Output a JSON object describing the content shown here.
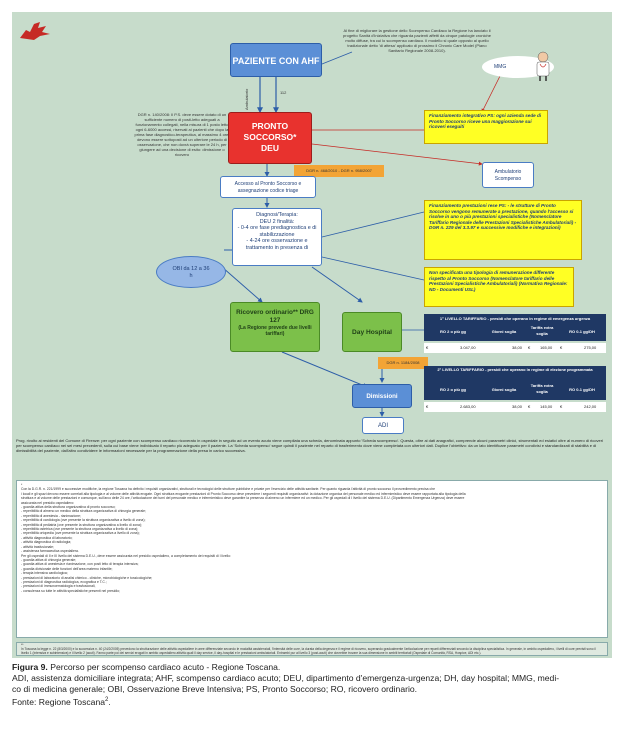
{
  "top_note": "Al fine di migliorare la gestione dello Scompenso Cardiaco la Regione ha lanciato il progetto Sanità d'Iniziativa che riguarda pazienti affetti da cinque patologie croniche molto diffuse, tra cui lo scompenso cardiaco. Il modello si quale opposto al quello tradizionale detto 'di attesa' applicato di prossimo il Chronic Care Model (Piano Sanitario Regionale 2008-2010).",
  "patient": "PAZIENTE CON AHF",
  "ambulance_label_1": "Ambulatorio",
  "ambulance_label_2": "112",
  "mmg": "MMG",
  "dgr_note": "DGR n. 140/2008: Il P.S. deve essere dotato di un sufficiente numero di posti-letto adeguati a funzionamento collegati, nella misura di 1 posto letto ogni 6-6000 accessi, riservati ai pazienti che dopo la prima fase diagnostico-terapeutica, al massimo 4 ore, devono essere sottoposti ad un ulteriore periodo di osservazione, che non dovrà superare le 24 h, per giungere ad una decisione di esito: dimissione o ricovero",
  "ps_title_1": "PRONTO",
  "ps_title_2": "SOCCORSO*",
  "ps_title_3": "DEU",
  "funding_ps": "Finanziamento integrativo PS: ogni azienda sede di Pronto Soccorso riceve una maggiorazione sui ricoveri eseguiti",
  "dgr_orange_1": "DGR n. 468/2010 - DGR n. 958/2007",
  "ambulatorio": "Ambulatorio Scompenso",
  "triage": "Accesso al Pronto Soccorso e assegnazione codice triage",
  "diagnosis_lines": [
    "Diagnosi/Terapia:",
    "DEU 2 finalità:",
    "- 0-4 ore fase prediagnostica e di stabilizzazione",
    "- 4-24 ore osservazione e trattamento in presenza di"
  ],
  "obi": "OBI da 12 a 36 h",
  "funding_services": "Finanziamento prestazioni rese PS: - le strutture di Pronto Soccorso vengono remunerate a prestazione, quando l'accesso si risolve in uno o più prestazioni specialistiche (Nomenclatore Tariffario Regionale delle Prestazioni Specialistiche Ambulatoriali) - DGR n. 229 del 3.3.97 e successive modifiche e integrazioni)",
  "not_specified": "Non specificata una tipologia di remunerazione differente rispetto al Pronto Soccorso (Nomenclatore tariffario delle Prestazioni Specialistiche Ambulatoriali) (Normativa Regionale: ND - Documenti USL)",
  "ricovero_title": "Ricovero ordinario** DRG 127",
  "ricovero_sub": "(La Regione prevede due livelli tariffari)",
  "day_hospital": "Day Hospital",
  "dgr_orange_2": "DGR n. 1184/2008",
  "dimissioni": "Dimissioni",
  "adi": "ADI",
  "table1": {
    "title": "1° LIVELLO TARIFFARIO - presidi che operano in regime di emergenza urgenza",
    "headers": [
      "RO 2 o più gg",
      "Giorni soglia",
      "Tariffa extra soglia",
      "RO 0-1 gg/DH"
    ],
    "row": [
      "€",
      "3.047,00",
      "38,00",
      "€",
      "165,00",
      "€",
      "275,00"
    ]
  },
  "table2": {
    "title": "2° LIVELLO TARIFFARIO - presidi che operano in regime di elezione programmata",
    "headers": [
      "RO 2 o più gg",
      "Giorni soglia",
      "Tariffa extra soglia",
      "RO 0-1 gg/DH"
    ],
    "row": [
      "€",
      "2.683,00",
      "38,00",
      "€",
      "145,00",
      "€",
      "242,00"
    ]
  },
  "prog_note": "Prog. rivolto ai residenti del Comune di Firenze: per ogni paziente con scompenso cardiaco ricoverato in ospedale in seguito ad un evento acuto viene compilata una scheda, denominata appunto 'Scheda scompenso'. Questa, oltre ai dati anagrafici, comprende alcuni parametri clinici, strumentali ed esiatici oltre al numero di ricoveri per scompenso cardiaco nei sei mesi precedenti, sulla cui base viene individuato il reparto più adeguato per il paziente. La 'Scheda scompenso' segue quindi il paziente nel reparto di trasferimento dove viene completata con ulteriori dati. Duplice l'obiettivo: da un lato identificare parametri condivisi e standardizzati di stabilità e di dimissibilità del paziente, dall'altro condividere le informazioni necessarie per la programmazione della presa in carico successiva.",
  "note_star_title": "*",
  "note_star_lines": [
    "Con la D.G.R. n. 221/1999 e successive modifiche, la regione Toscana ha definito i requisiti organizzativi, strutturali e tecnologici delle strutture pubbliche e private per l'esercizio delle attività sanitarie. Per quanto riguarda l'attività di pronto soccorso il provvedimento precisa che",
    "i locali e gli spazi devono essere correlati alla tipologia e al volume delle attività erogate. Ogni struttura erogante prestazioni di Pronto Soccorso deve prevedere i seguenti requisiti organizzativi: la dotazione organica del personale medico ed infermieristico deve essere rapportata alla tipologia della",
    "struttura e al volume delle prestazioni e comunque, sull'arco delle 24 ore, l'articolazione dei turni del personale medico e infermieristico deve garantire la presenza di almeno un infermiere ed un medico. Per gli ospedali di I livello del sistema D.E.U. (Dipartimento Emergenza Urgenza) deve essere",
    "assicurata nel presidio ospedaliero:",
    "- guardia attiva della struttura organizzativa di pronto soccorso;",
    "- reperibilità di almeno un medico della struttura organizzativa di chirurgia generale;",
    "- reperibilità di anestesia - rianimazione;",
    "- reperibilità di cardiologia (ove presente la struttura organizzativa a livello di zona);",
    "- reperibilità di pediatria (ove presente la struttura organizzativa a livello di zona);",
    "- reperibilità ostetrica (ove presente la struttura organizzativa a livello di zona);",
    "- reperibilità ortopedia (ove presente la struttura organizzativa a livello di zona);",
    "- attività diagnostica di laboratorio;",
    "- attività diagnostica di radiologia;",
    "- attività trasfusionale;",
    "- assistenza farmaceutica ospedaliera.",
    "Per gli ospedali di II e III livello del sistema D.E.U., deve essere assicurata nel presidio ospedaliero, a completamento dei requisiti di I livello:",
    "- guardia attiva di chirurgia generale;",
    "- guardia attiva di anestesia e rianimazione, con posti letto di terapia intensiva;",
    "- guardia divisionale delle funzioni dell'area materno infantile;",
    "- terapia intensiva cardiologica;",
    "- prestazioni di laboratorio di analisi chimico - cliniche, microbiologiche e tossicologiche;",
    "- prestazioni di diagnostica radiologica, ecografica e T.C.;",
    "- prestazioni di immunoematologia e trasfusionali,",
    "- consulenza su tutte le attività specialistiche presenti nel presidio;"
  ],
  "note_dstar_title": "**",
  "note_dstar_text": "In Toscana la legge n. 22 (8/3/2000) e la successiva n. 40 (24/2/2005) prevedono la strutturazione delle attività ospedaliere in aree differenziate secondo le modalità assistenziali, l'intensità delle cure, la durata della degenza e il regime di ricovero, superando gradualmente l'articolazione per reparti differenziati secondo la disciplina specialistica. In generale, in ambito ospedaliero, i livelli di cure previsti sono il livello 1 (intensiva e subintensiva) e il livello 2 (acuti). Fanno parte poi dei servizi erogati in ambito ospedaliero attività quali il day service, il day-hospital e le prestazioni ambulatoriali. Entrambi pur al livello 3 (post-acuti) che dovrebbe trovare la sua dimensione in ambiti territoriali (Ospedale di Comunità, RSA, Hospice, ADI etc.).",
  "caption": {
    "label": "Figura 9.",
    "title": " Percorso per scompenso cardiaco acuto - Regione Toscana.",
    "line2": "ADI, assistenza domiciliare integrata; AHF, scompenso cardiaco acuto; DEU, dipartimento d'emergenza-urgenza; DH, day hospital; MMG, medi-",
    "line3": "co di medicina generale; OBI, Osservazione Breve Intensiva; PS, Pronto Soccorso; RO, ricovero ordinario.",
    "line4": "Fonte: Regione Toscana",
    "footnote": "2",
    "end": "."
  },
  "colors": {
    "background": "#c7dccb",
    "accent_red": "#e8322e",
    "accent_blue": "#5b8fd6",
    "accent_green": "#7cc04a",
    "accent_yellow": "#ffff24",
    "accent_orange": "#f3a435",
    "table_navy": "#1f3864"
  }
}
